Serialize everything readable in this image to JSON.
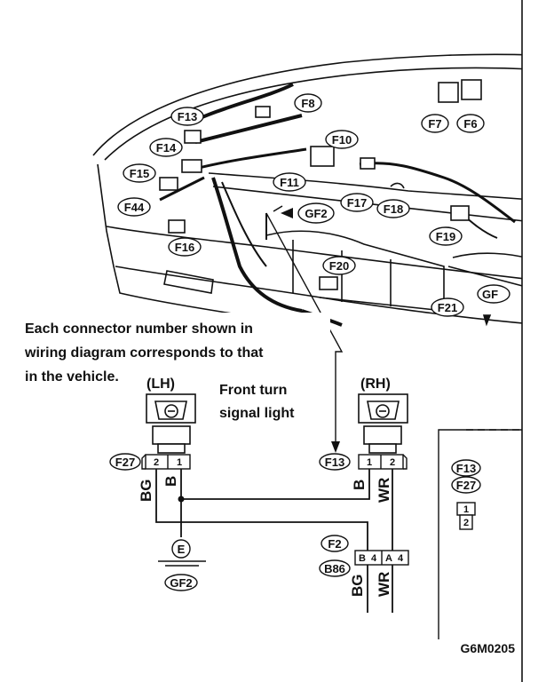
{
  "connectors_vehicle": {
    "f7": "F7",
    "f6": "F6",
    "f8": "F8",
    "f13": "F13",
    "f14": "F14",
    "f10": "F10",
    "f15": "F15",
    "f11": "F11",
    "f17": "F17",
    "f18": "F18",
    "f44": "F44",
    "gf2": "GF2",
    "f16": "F16",
    "f19": "F19",
    "f20": "F20",
    "f21": "F21",
    "gf_cut": "GF"
  },
  "note": {
    "line1": "Each connector number shown in",
    "line2": "wiring diagram corresponds to that",
    "line3": "in the vehicle."
  },
  "lights": {
    "lh": "(LH)",
    "rh": "(RH)",
    "caption_line1": "Front turn",
    "caption_line2": "signal light"
  },
  "lh_connector": {
    "name": "F27",
    "pin_a": "2",
    "pin_b": "1"
  },
  "rh_connector": {
    "name": "F13",
    "pin_a": "1",
    "pin_b": "2"
  },
  "wires": {
    "bg": "BG",
    "b_lh": "B",
    "b_rh": "B",
    "wr": "WR",
    "bg_low": "BG",
    "wr_low": "WR"
  },
  "ground": {
    "symbol": "E",
    "name": "GF2"
  },
  "lower_connector": {
    "name1": "F2",
    "name2": "B86",
    "p1": "B",
    "p2": "4",
    "p3": "A",
    "p4": "4"
  },
  "legend": {
    "c1": "F13",
    "c2": "F27",
    "pin1": "1",
    "pin2": "2"
  },
  "figure_code": "G6M0205"
}
